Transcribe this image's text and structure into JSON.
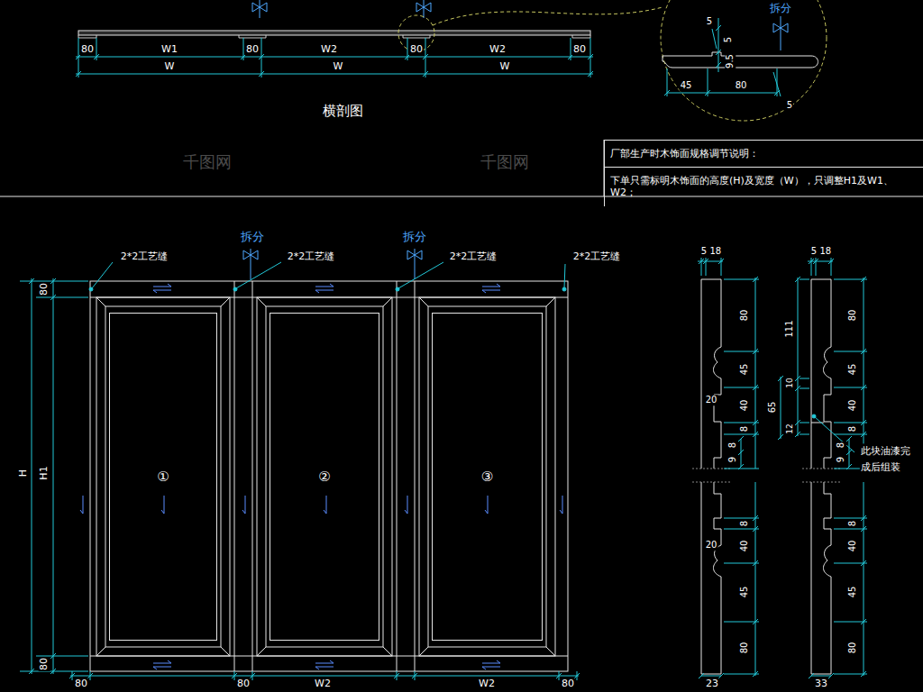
{
  "diagram": {
    "nodes": [
      {
        "text": [
          "厂部生产时木饰面规格调节说明：",
          "下单只需标明木饰面的高度(H)及宽度（W），只调整H1及W1、W2；"
        ]
      },
      {
        "text": [
          "①"
        ]
      },
      {
        "text": [
          "②"
        ]
      },
      {
        "text": [
          "③"
        ]
      }
    ],
    "labels": [
      "80",
      "W1",
      "80",
      "W2",
      "80",
      "W2",
      "80",
      "W",
      "W",
      "W",
      "拆分",
      "5",
      "5",
      "9.5",
      "45",
      "80",
      "5",
      "横剖图",
      "拆分",
      "拆分",
      "2*2工艺缝",
      "2*2工艺缝",
      "2*2工艺缝",
      "2*2工艺缝",
      "H",
      "H1",
      "80",
      "80",
      "80",
      "80",
      "W2",
      "W2",
      "80",
      "5 18",
      "80",
      "45",
      "20",
      "40",
      "8",
      "8",
      "9",
      "8",
      "40",
      "20",
      "45",
      "80",
      "23",
      "5 18",
      "80",
      "111",
      "45",
      "10",
      "65",
      "40",
      "12",
      "8",
      "8",
      "9",
      "8",
      "40",
      "45",
      "80",
      "33",
      "此块油漆完成后组装",
      "千图网",
      "千图网"
    ]
  }
}
